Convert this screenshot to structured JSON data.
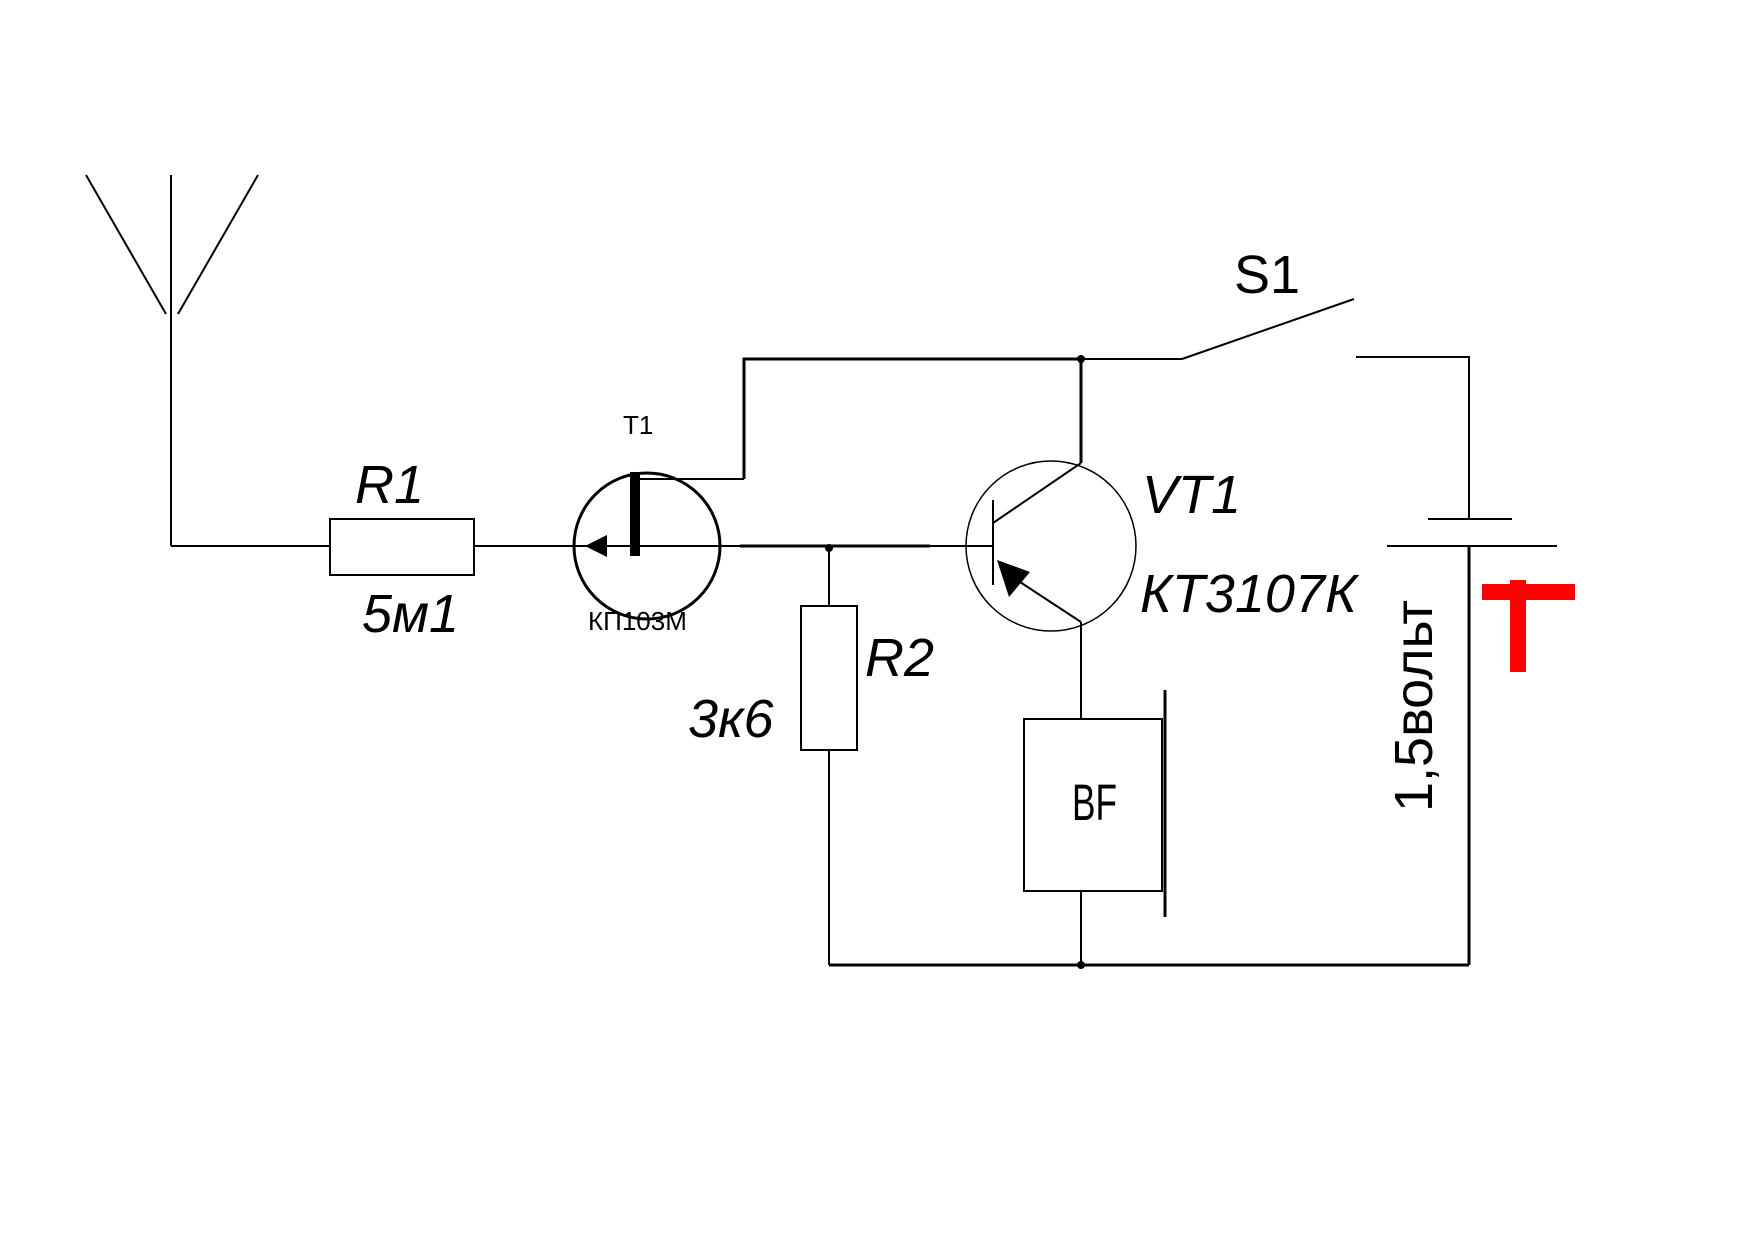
{
  "diagram": {
    "type": "electronic-schematic",
    "colors": {
      "line": "#000000",
      "polarity_mark": "#ff0000",
      "background": "#ffffff"
    },
    "components": {
      "antenna": {
        "icon": "antenna-icon"
      },
      "r1": {
        "designator": "R1",
        "value": "5м1"
      },
      "t1": {
        "designator": "T1",
        "part": "КП103М",
        "icon": "fet-transistor-icon"
      },
      "r2": {
        "designator": "R2",
        "value": "3к6"
      },
      "vt1": {
        "designator": "VT1",
        "part": "КТ3107К",
        "icon": "pnp-transistor-icon"
      },
      "s1": {
        "designator": "S1",
        "icon": "switch-icon"
      },
      "battery": {
        "label": "1,5вольт",
        "icon": "battery-icon",
        "polarity_symbol": "+"
      },
      "bf": {
        "designator": "BF",
        "icon": "speaker-icon"
      }
    }
  }
}
